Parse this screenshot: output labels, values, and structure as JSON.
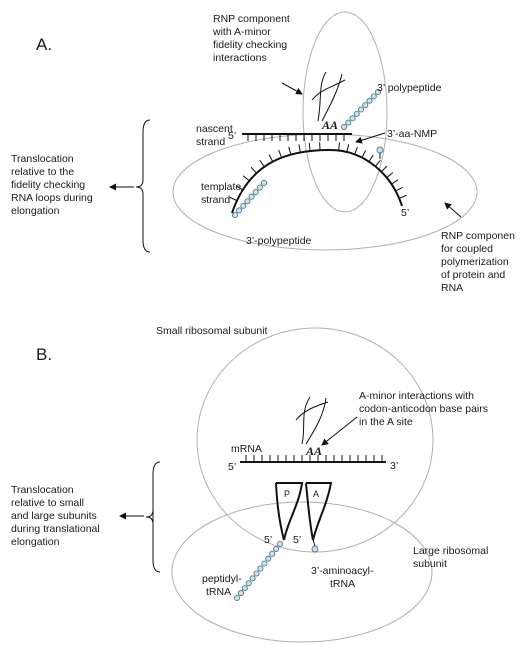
{
  "panel_a": {
    "label": "A.",
    "rnp_fidelity": [
      "RNP component",
      "with A-minor",
      "fidelity checking",
      "interactions"
    ],
    "polypeptide_top": "3’ polypeptide",
    "nascent": [
      "nascent",
      "strand"
    ],
    "five_prime_nascent": "5’",
    "aa_nmp": "3’-aa-NMP",
    "aa_mark": "AA",
    "translocation": [
      "Translocation",
      "relative to the",
      "fidelity checking",
      "RNA loops during",
      "elongation"
    ],
    "template": [
      "template",
      "strand"
    ],
    "five_prime_template": "5’",
    "polypeptide_bottom": "3’-polypeptide",
    "rnp_coupled": [
      "RNP componen",
      "for coupled",
      "polymerization",
      "of protein and",
      "RNA"
    ]
  },
  "panel_b": {
    "label": "B.",
    "small_subunit": "Small ribosomal subunit",
    "a_minor": [
      "A-minor interactions with",
      "codon-anticodon base pairs",
      "in the A site"
    ],
    "mrna": "mRNA",
    "five_prime_mrna": "5’",
    "three_prime_mrna": "3’",
    "aa_mark": "AA",
    "p_site": "P",
    "a_site": "A",
    "five_prime_p": "5’",
    "five_prime_a": "5’",
    "translocation": [
      "Translocation",
      "relative to small",
      "and large subunits",
      "during translational",
      "elongation"
    ],
    "peptidyl": [
      "peptidyl-",
      "tRNA"
    ],
    "aminoacyl": [
      "3’-aminoacyl-",
      "tRNA"
    ],
    "large_subunit": [
      "Large ribosomal",
      "subunit"
    ]
  },
  "colors": {
    "outline": "#b0b0b0",
    "bead_fill": "#cfe0e6",
    "bead_stroke": "#4f7f8f",
    "ink": "#111111"
  }
}
